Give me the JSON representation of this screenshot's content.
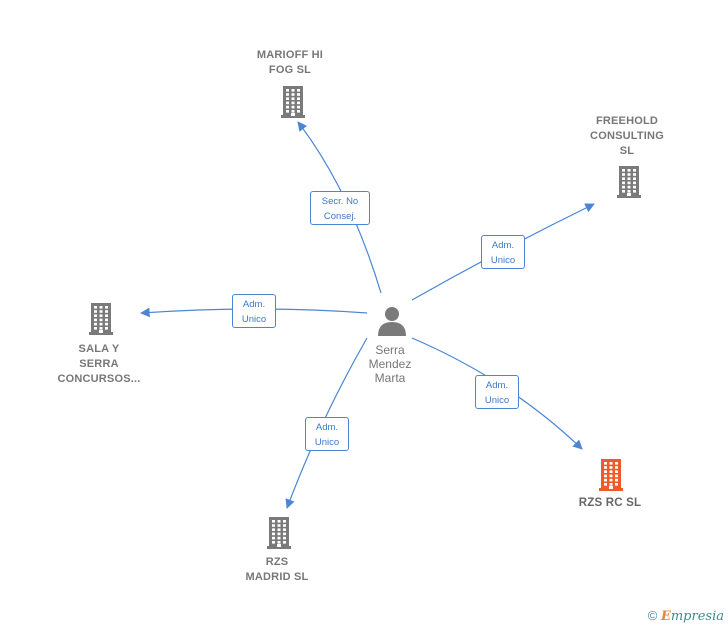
{
  "colors": {
    "edge": "#4a86d4",
    "building_default": "#7a7a7a",
    "building_highlight": "#f05a28",
    "person": "#7a7a7a"
  },
  "center": {
    "name": "Serra\nMendez\nMarta",
    "icon": "person-icon"
  },
  "nodes": [
    {
      "id": "marioff",
      "name": "MARIOFF HI\nFOG  SL",
      "icon": "building-icon",
      "highlight": false
    },
    {
      "id": "freehold",
      "name": "FREEHOLD\nCONSULTING\nSL",
      "icon": "building-icon",
      "highlight": false
    },
    {
      "id": "sala",
      "name": "SALA Y\nSERRA\nCONCURSOS...",
      "icon": "building-icon",
      "highlight": false
    },
    {
      "id": "rzsrc",
      "name": "RZS RC  SL",
      "icon": "building-icon",
      "highlight": true
    },
    {
      "id": "rzsmadrid",
      "name": "RZS\nMADRID  SL",
      "icon": "building-icon",
      "highlight": false
    }
  ],
  "edges": [
    {
      "to": "marioff",
      "label": "Secr.  No\nConsej."
    },
    {
      "to": "freehold",
      "label": "Adm.\nUnico"
    },
    {
      "to": "sala",
      "label": "Adm.\nUnico"
    },
    {
      "to": "rzsrc",
      "label": "Adm.\nUnico"
    },
    {
      "to": "rzsmadrid",
      "label": "Adm.\nUnico"
    }
  ],
  "footer": {
    "copyright": "©",
    "brand_initial": "E",
    "brand_rest": "mpresia"
  }
}
